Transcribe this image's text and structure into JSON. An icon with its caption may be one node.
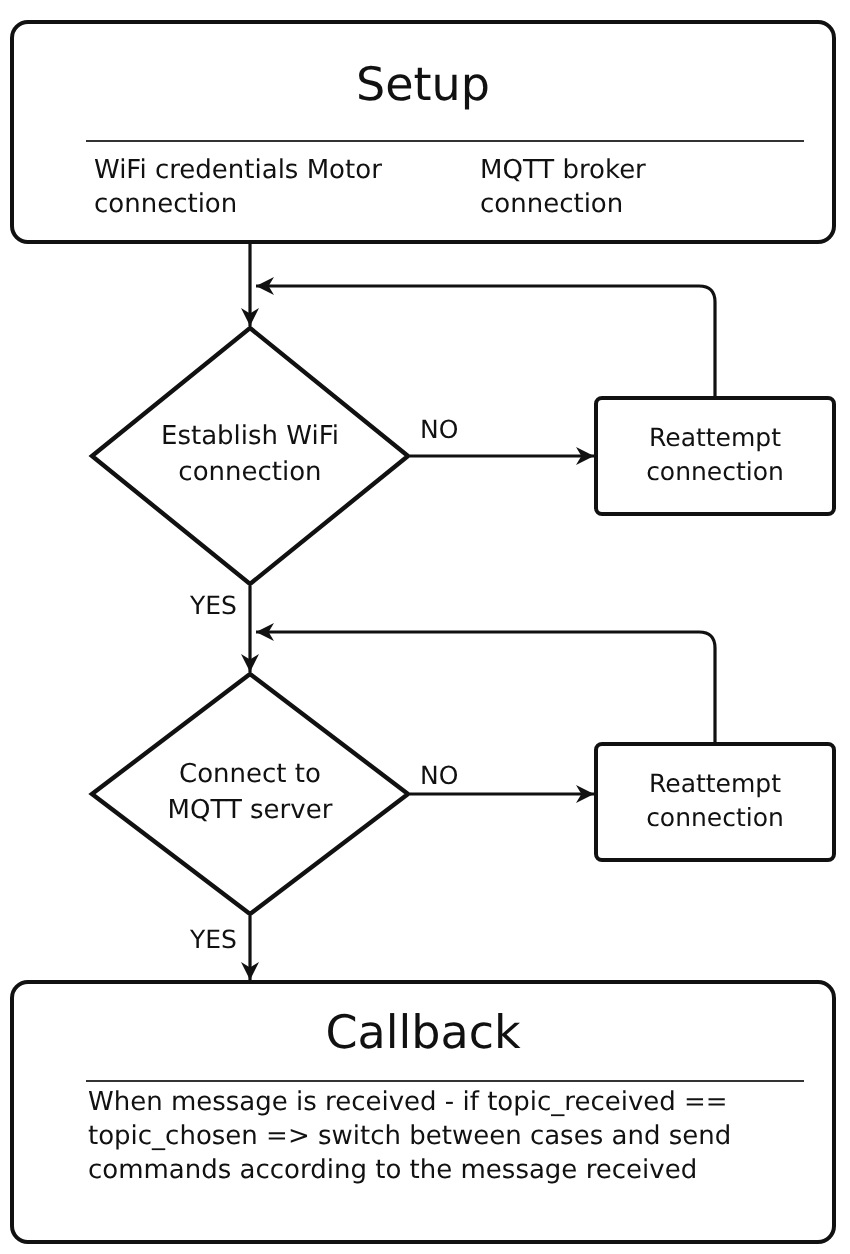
{
  "diagram": {
    "nodes": [
      {
        "text": [
          "Setup",
          "WiFi credentials Motor connection",
          "MQTT broker connection"
        ]
      },
      {
        "text": [
          "Establish WiFi connection"
        ]
      },
      {
        "text": [
          "Reattempt connection"
        ]
      },
      {
        "text": [
          "Connect to MQTT server"
        ]
      },
      {
        "text": [
          "Reattempt connection"
        ]
      },
      {
        "text": [
          "Callback",
          "When message is received - if topic_received == topic_chosen => switch between cases and send commands according to the message received"
        ]
      }
    ],
    "edges": [
      {
        "from": 0,
        "to": 1,
        "arrow": "to"
      },
      {
        "from": 1,
        "to": 2,
        "arrow": "to",
        "label": "NO"
      },
      {
        "from": 2,
        "to": 1,
        "arrow": "to"
      },
      {
        "from": 1,
        "to": 3,
        "arrow": "to",
        "label": "YES"
      },
      {
        "from": 3,
        "to": 4,
        "arrow": "to",
        "label": "NO"
      },
      {
        "from": 4,
        "to": 3,
        "arrow": "to"
      },
      {
        "from": 3,
        "to": 5,
        "arrow": "to",
        "label": "YES"
      }
    ]
  }
}
